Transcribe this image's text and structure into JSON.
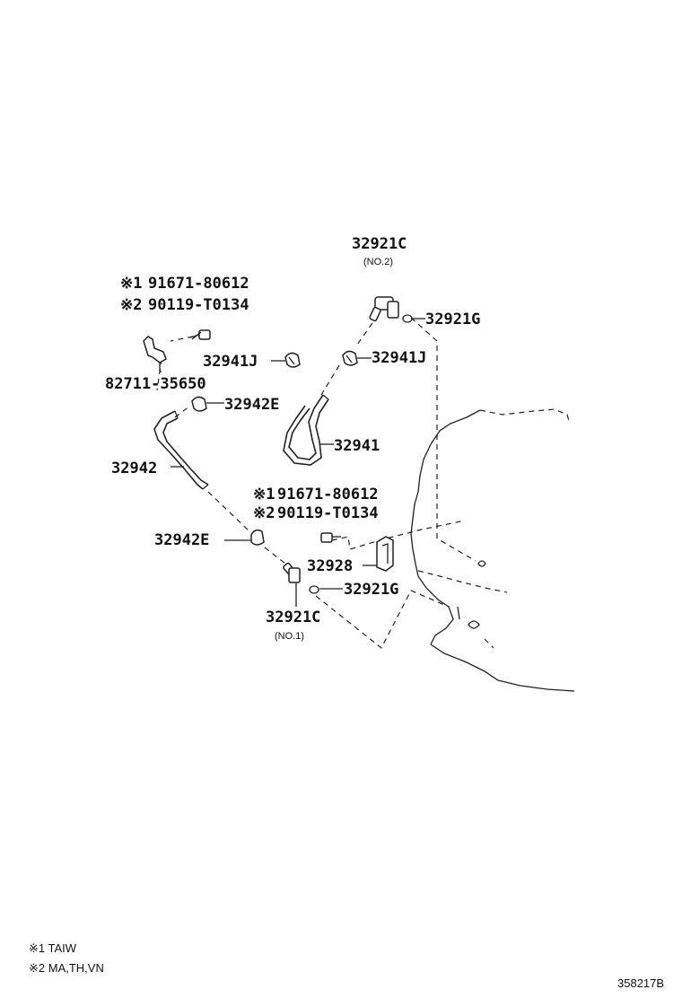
{
  "labels": {
    "p32921c_top": "32921C",
    "no2": "(NO.2)",
    "p32921g_top": "32921G",
    "p32941j_left": "32941J",
    "p32941j_right": "32941J",
    "p32941": "32941",
    "p82711": "82711-35650",
    "p32942e_top": "32942E",
    "p32942": "32942",
    "p32942e_bottom": "32942E",
    "p32928": "32928",
    "p32921g_bottom": "32921G",
    "p32921c_bottom": "32921C",
    "no1": "(NO.1)"
  },
  "variant_top": {
    "mark1": "※1",
    "pn1": "91671-80612",
    "mark2": "※2",
    "pn2": "90119-T0134"
  },
  "variant_mid": {
    "mark1": "※1",
    "pn1": "91671-80612",
    "mark2": "※2",
    "pn2": "90119-T0134"
  },
  "footnotes": {
    "note1": "※1 TAIW",
    "note2": "※2 MA,TH,VN"
  },
  "figure_id": "358217B"
}
